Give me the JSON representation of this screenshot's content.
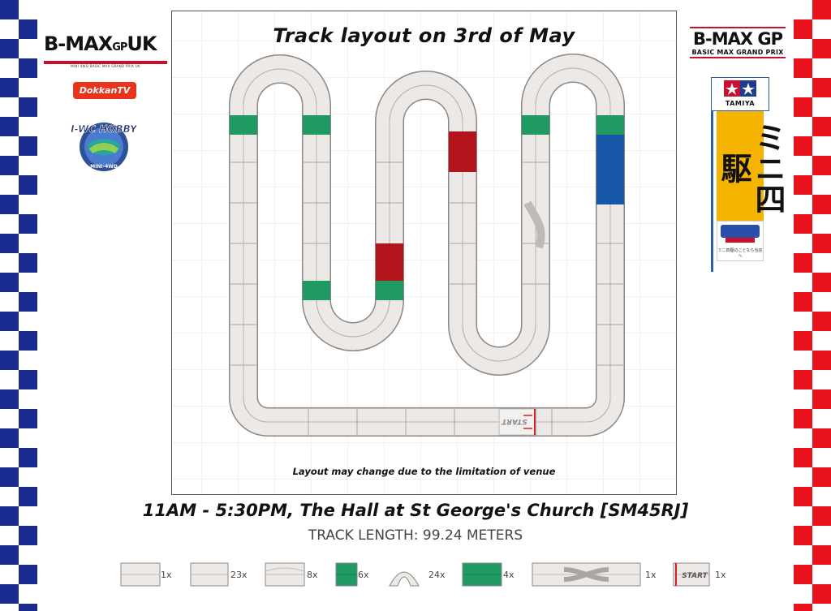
{
  "header": {
    "title": "Track layout on 3rd of May",
    "note": "Layout may change due to the limitation of venue"
  },
  "event": {
    "time_venue": "11AM - 5:30PM, The Hall at St George's Church [SM45RJ]",
    "length": "TRACK LENGTH: 99.24 METERS"
  },
  "logos": {
    "bmax_uk": "B-MAX",
    "bmax_uk_gp": "GP",
    "bmax_uk_suffix": "UK",
    "bmax_uk_sub": "MINI 4WD BASIC MAX GRAND PRIX UK",
    "dokkan": "DokkanTV",
    "hobby": "I-WC HOBBY",
    "hobby_sub": "MINI-4WD",
    "bmax_gp": "B-MAX GP",
    "bmax_gp_sub": "BASIC MAX GRAND PRIX",
    "tamiya": "TAMIYA",
    "banner_text": "ミニ四駆",
    "banner_small": "ミニ四駆のことなら当店へ"
  },
  "start_label": "START",
  "legend": [
    {
      "piece": "lane-change-start",
      "count": "1x"
    },
    {
      "piece": "straight",
      "count": "23x"
    },
    {
      "piece": "wave",
      "count": "8x"
    },
    {
      "piece": "green-slope",
      "count": "6x"
    },
    {
      "piece": "corner",
      "count": "24x"
    },
    {
      "piece": "green-double",
      "count": "4x"
    },
    {
      "piece": "lane-changer",
      "count": "1x"
    },
    {
      "piece": "start-gate",
      "count": "1x"
    }
  ],
  "colors": {
    "checker_blue": "#1a2b8f",
    "checker_red": "#e8131b",
    "track": "#ece9e6",
    "green": "#1f9a63",
    "red": "#b3141c",
    "blue": "#1656a8"
  }
}
